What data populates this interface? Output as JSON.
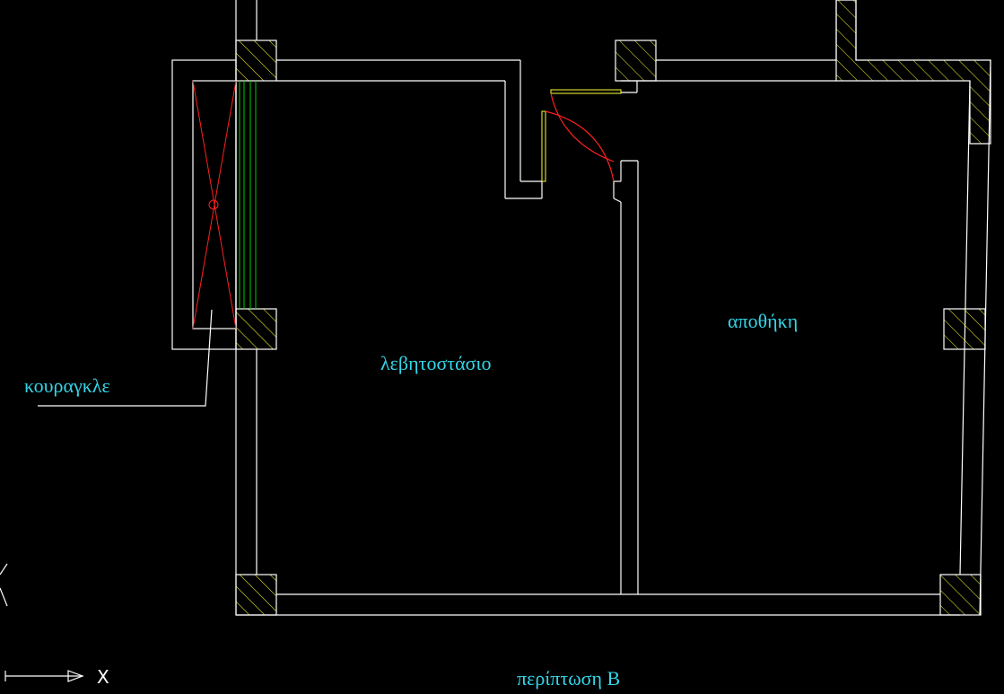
{
  "labels": {
    "boiler_room": "λεβητοστάσιο",
    "storage": "αποθήκη",
    "chimney": "κουραγκλε",
    "case": "περίπτωση Β"
  },
  "axis": {
    "x_label": "X"
  },
  "colors": {
    "background": "#000000",
    "walls": "#ffffff",
    "text": "#33d6e8",
    "hatch": "#ffff33",
    "door_swing": "#ff2020",
    "chimney_lines": "#00cc00"
  }
}
